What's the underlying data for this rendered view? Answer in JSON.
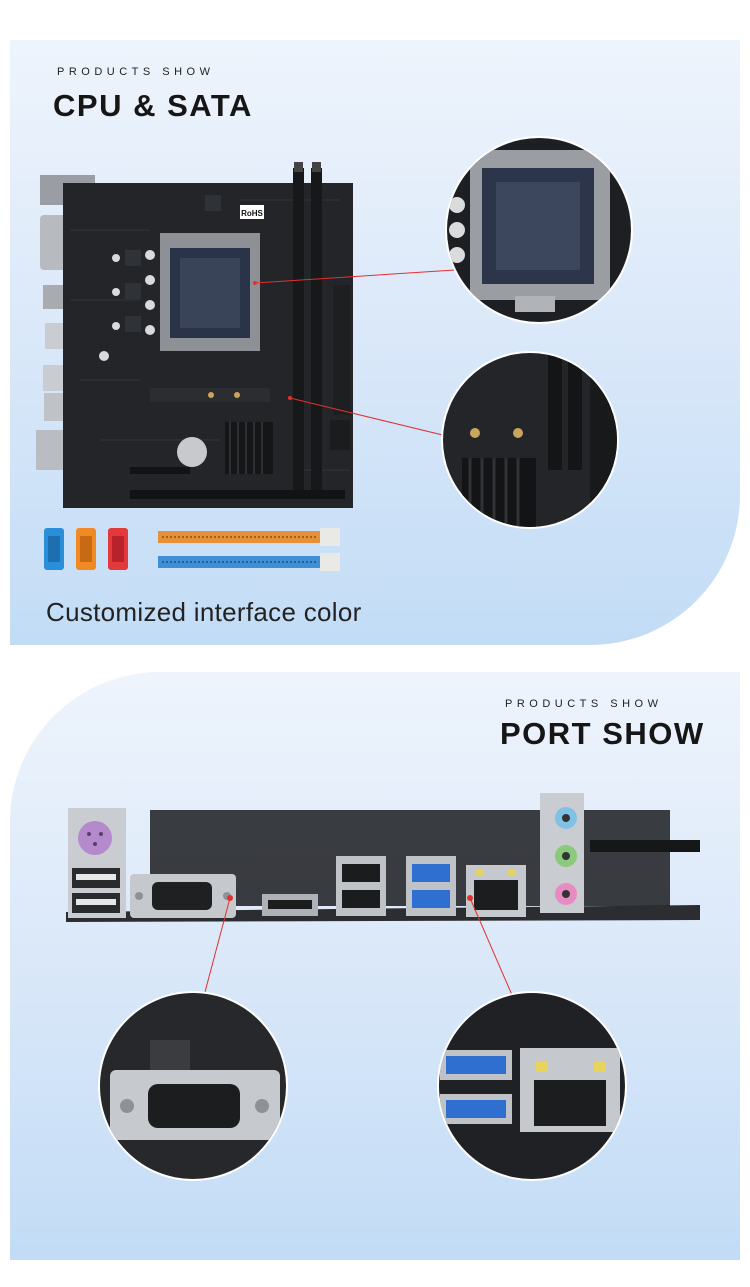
{
  "cpu_section": {
    "kicker": "PRODUCTS SHOW",
    "title": "CPU & SATA",
    "caption": "Customized interface color",
    "board_marking": "RoHS",
    "interface_colors": [
      "#2a8fd8",
      "#f08a24",
      "#e23a3a"
    ]
  },
  "port_section": {
    "kicker": "PRODUCTS SHOW",
    "title": "PORT SHOW",
    "audio_jack_colors": [
      "#7fc2e6",
      "#8bc97c",
      "#e78cc2"
    ]
  },
  "colors": {
    "panel_top": "#eef4fc",
    "panel_bottom": "#c2dcf6",
    "pcb": "#222427",
    "callout_line": "#e23030"
  }
}
